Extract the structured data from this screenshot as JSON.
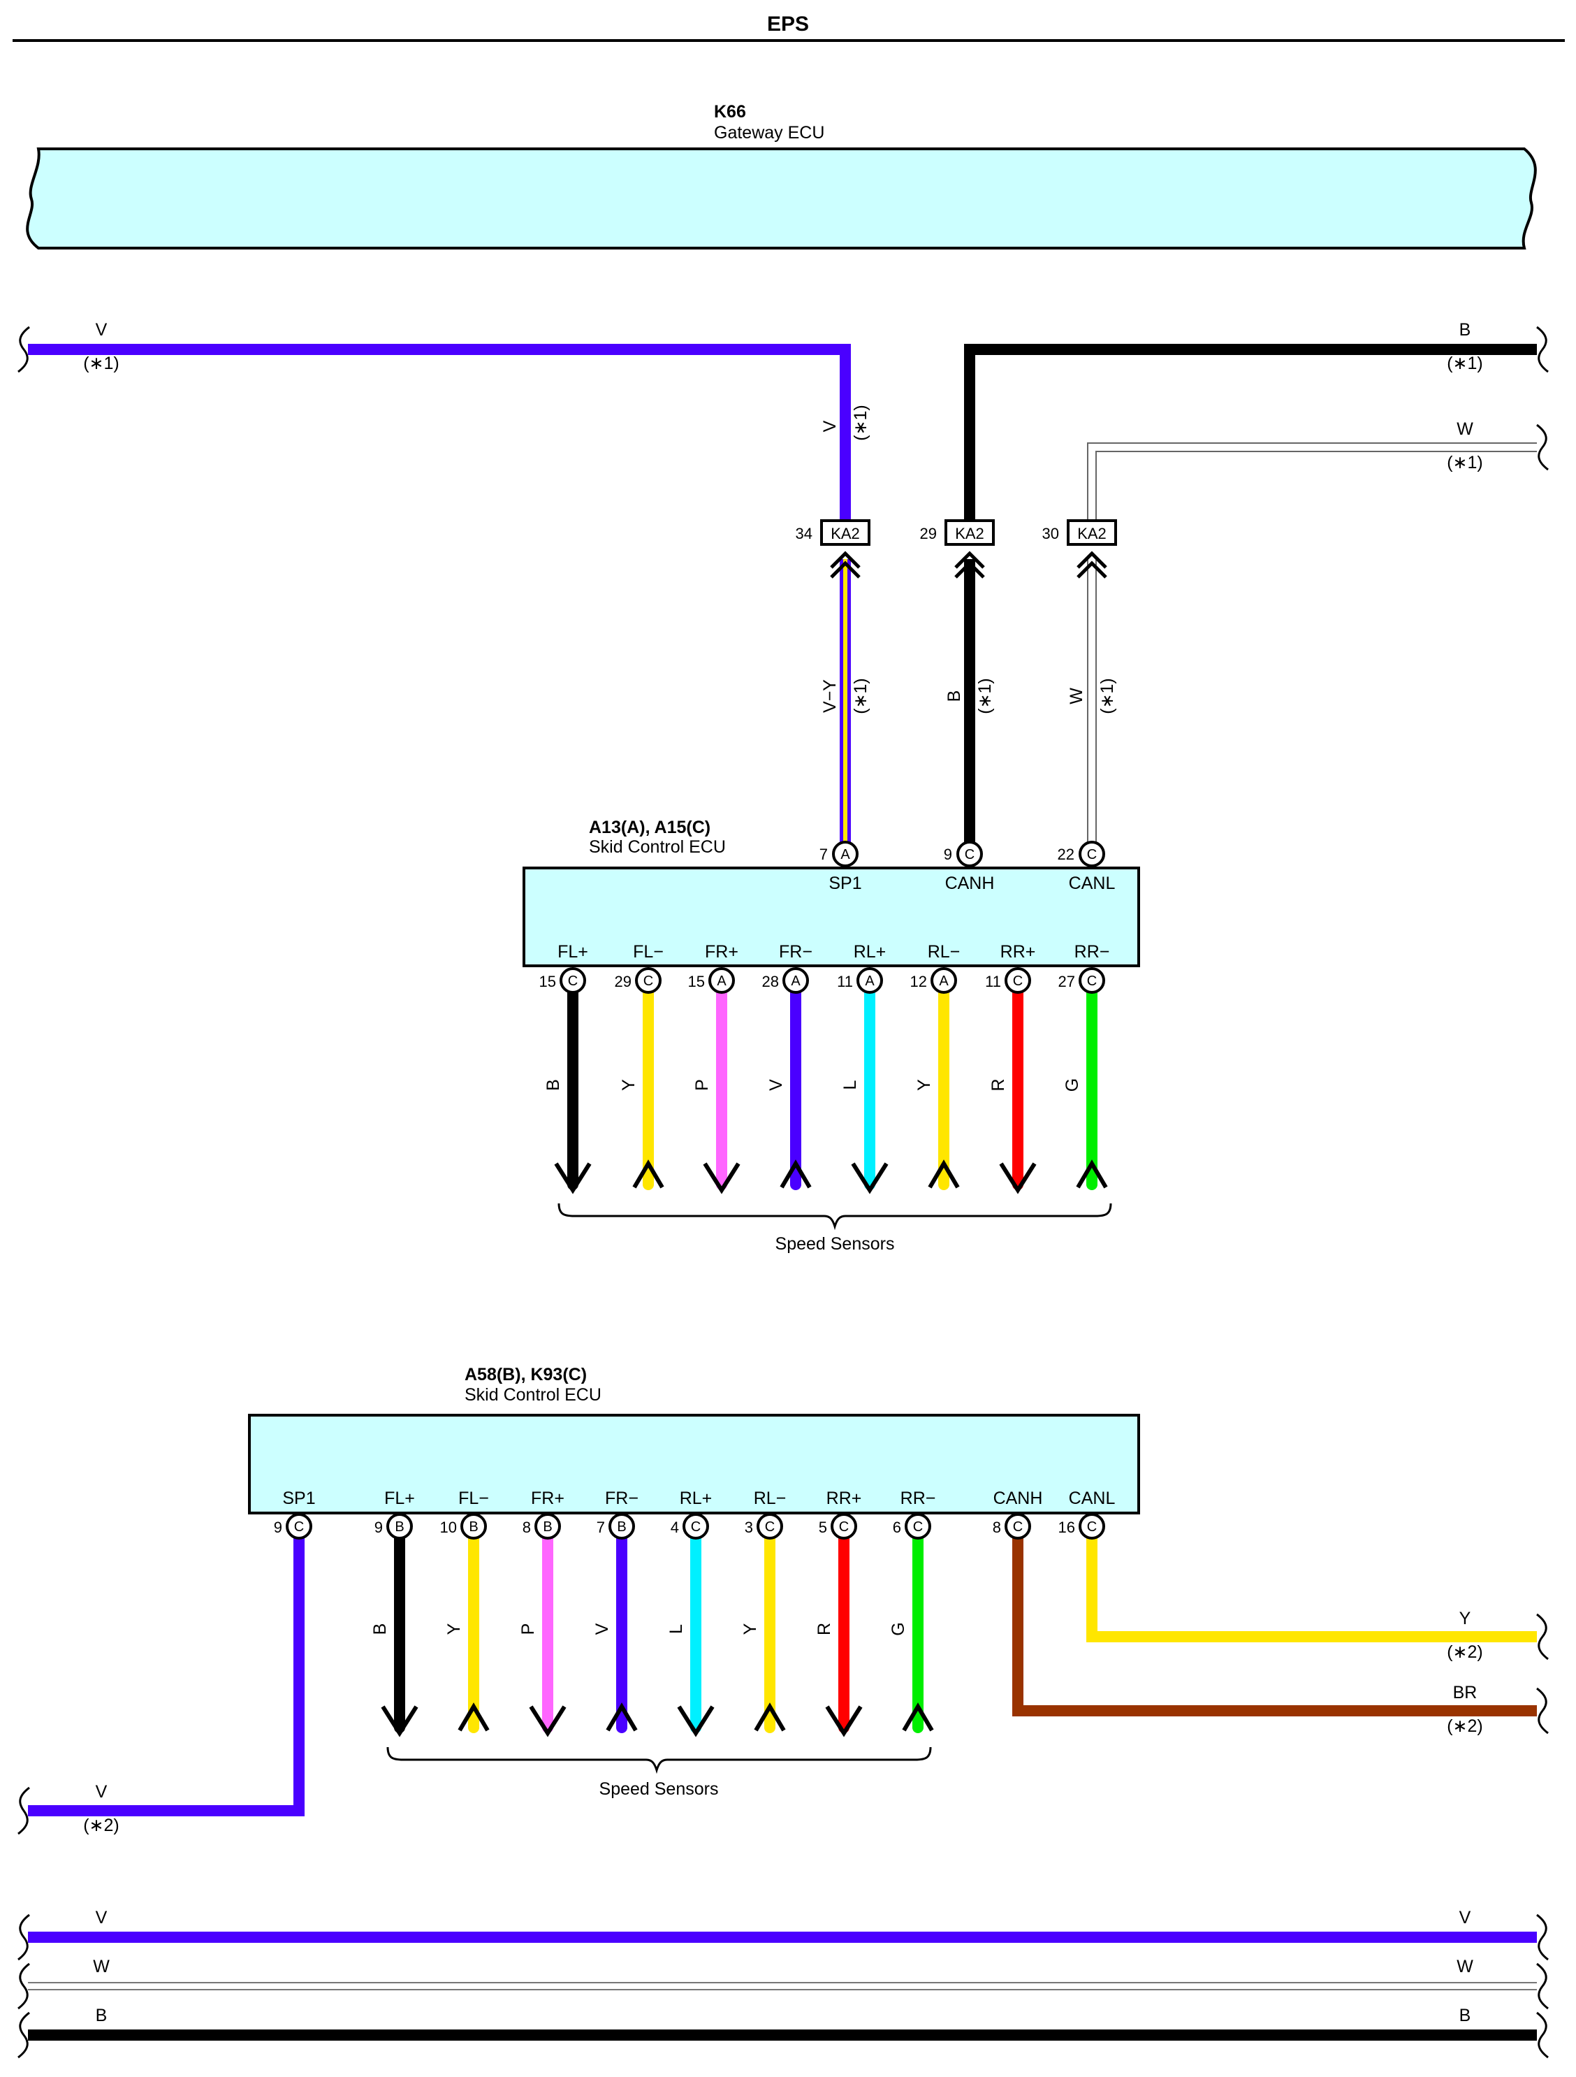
{
  "page": {
    "title": "EPS"
  },
  "colors": {
    "ecu_fill": "#ccffff",
    "V": "#4a00ff",
    "B": "#000000",
    "W": "#ffffff",
    "Y": "#ffe600",
    "P": "#ff66ff",
    "L": "#00f0ff",
    "R": "#ff0000",
    "G": "#00ee00",
    "BR": "#993300"
  },
  "gateway": {
    "code": "K66",
    "name": "Gateway ECU"
  },
  "ecu1": {
    "code": "A13(A), A15(C)",
    "name": "Skid Control ECU",
    "top_pins": [
      {
        "num": "7",
        "conn": "A",
        "label": "SP1"
      },
      {
        "num": "9",
        "conn": "C",
        "label": "CANH"
      },
      {
        "num": "22",
        "conn": "C",
        "label": "CANL"
      }
    ],
    "bottom_pins": [
      {
        "num": "15",
        "conn": "C",
        "label": "FL+",
        "wire": "B",
        "dir": "down"
      },
      {
        "num": "29",
        "conn": "C",
        "label": "FL−",
        "wire": "Y",
        "dir": "up"
      },
      {
        "num": "15",
        "conn": "A",
        "label": "FR+",
        "wire": "P",
        "dir": "down"
      },
      {
        "num": "28",
        "conn": "A",
        "label": "FR−",
        "wire": "V",
        "dir": "up"
      },
      {
        "num": "11",
        "conn": "A",
        "label": "RL+",
        "wire": "L",
        "dir": "down"
      },
      {
        "num": "12",
        "conn": "A",
        "label": "RL−",
        "wire": "Y",
        "dir": "up"
      },
      {
        "num": "11",
        "conn": "C",
        "label": "RR+",
        "wire": "R",
        "dir": "down"
      },
      {
        "num": "27",
        "conn": "C",
        "label": "RR−",
        "wire": "G",
        "dir": "up"
      }
    ],
    "sensors_label": "Speed Sensors"
  },
  "junction": {
    "connector": "KA2",
    "pins": [
      {
        "num": "34",
        "upper_wire": "V",
        "lower_wire": "V−Y",
        "note": "(∗1)"
      },
      {
        "num": "29",
        "upper_wire": "B",
        "lower_wire": "B",
        "note": "(∗1)"
      },
      {
        "num": "30",
        "upper_wire": "W",
        "lower_wire": "W",
        "note": "(∗1)"
      }
    ]
  },
  "top_wires": {
    "left_v": {
      "color": "V",
      "note": "(∗1)"
    },
    "right_b": {
      "color": "B",
      "note": "(∗1)"
    },
    "right_w": {
      "color": "W",
      "note": "(∗1)"
    }
  },
  "ecu2": {
    "code": "A58(B), K93(C)",
    "name": "Skid Control ECU",
    "pins": [
      {
        "num": "9",
        "conn": "C",
        "label": "SP1",
        "wire": "V"
      },
      {
        "num": "9",
        "conn": "B",
        "label": "FL+",
        "wire": "B",
        "dir": "down"
      },
      {
        "num": "10",
        "conn": "B",
        "label": "FL−",
        "wire": "Y",
        "dir": "up"
      },
      {
        "num": "8",
        "conn": "B",
        "label": "FR+",
        "wire": "P",
        "dir": "down"
      },
      {
        "num": "7",
        "conn": "B",
        "label": "FR−",
        "wire": "V",
        "dir": "up"
      },
      {
        "num": "4",
        "conn": "C",
        "label": "RL+",
        "wire": "L",
        "dir": "down"
      },
      {
        "num": "3",
        "conn": "C",
        "label": "RL−",
        "wire": "Y",
        "dir": "up"
      },
      {
        "num": "5",
        "conn": "C",
        "label": "RR+",
        "wire": "R",
        "dir": "down"
      },
      {
        "num": "6",
        "conn": "C",
        "label": "RR−",
        "wire": "G",
        "dir": "up"
      },
      {
        "num": "8",
        "conn": "C",
        "label": "CANH",
        "wire": "BR"
      },
      {
        "num": "16",
        "conn": "C",
        "label": "CANL",
        "wire": "Y"
      }
    ],
    "sensors_label": "Speed Sensors",
    "wire_y_note": "(∗2)",
    "wire_br_note": "(∗2)",
    "wire_v_note": "(∗2)"
  },
  "bottom_wires": [
    {
      "color": "V",
      "left_label": "V",
      "right_label": "V"
    },
    {
      "color": "W",
      "left_label": "W",
      "right_label": "W"
    },
    {
      "color": "B",
      "left_label": "B",
      "right_label": "B"
    }
  ]
}
